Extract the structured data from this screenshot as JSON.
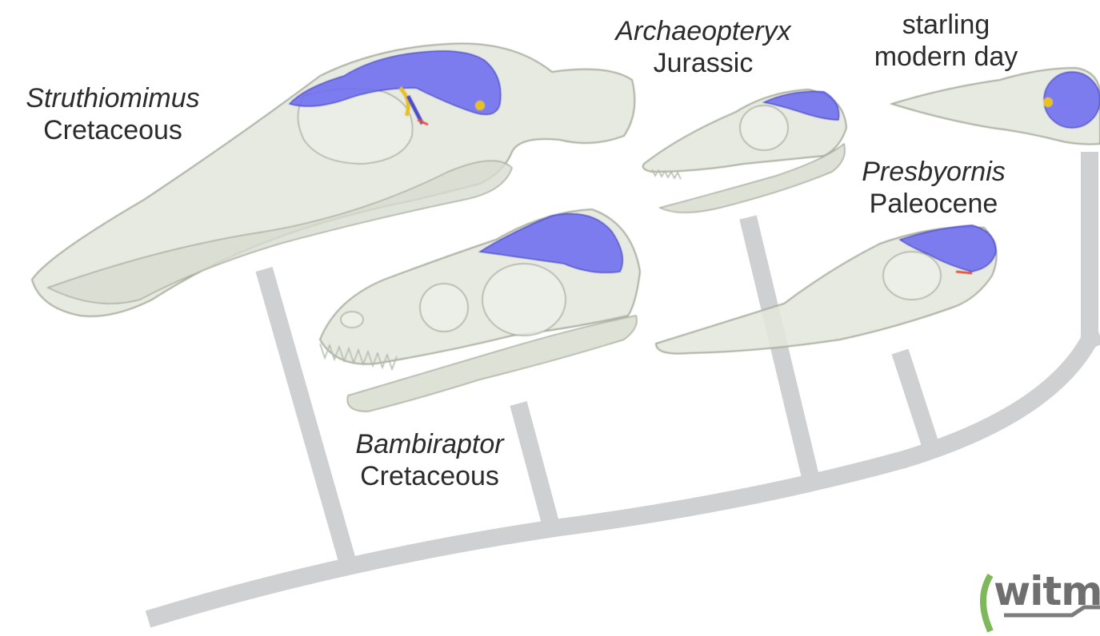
{
  "taxa": {
    "struthiomimus": {
      "genus": "Struthiomimus",
      "period": "Cretaceous"
    },
    "bambiraptor": {
      "genus": "Bambiraptor",
      "period": "Cretaceous"
    },
    "archaeopteryx": {
      "genus": "Archaeopteryx",
      "period": "Jurassic"
    },
    "presbyornis": {
      "genus": "Presbyornis",
      "period": "Paleocene"
    },
    "starling": {
      "genus": "starling",
      "period": "modern day"
    }
  },
  "logo": {
    "text": "witme"
  },
  "colors": {
    "bone": "#e3e7dc",
    "bone_edge": "#a9ad9f",
    "brain": "#6f6ff0",
    "brain_edge": "#4c4cc8",
    "inner_ear": "#e8c21c",
    "nerve": "#e0502f",
    "tree": "#cfd0d2",
    "text": "#2c2c2c"
  }
}
